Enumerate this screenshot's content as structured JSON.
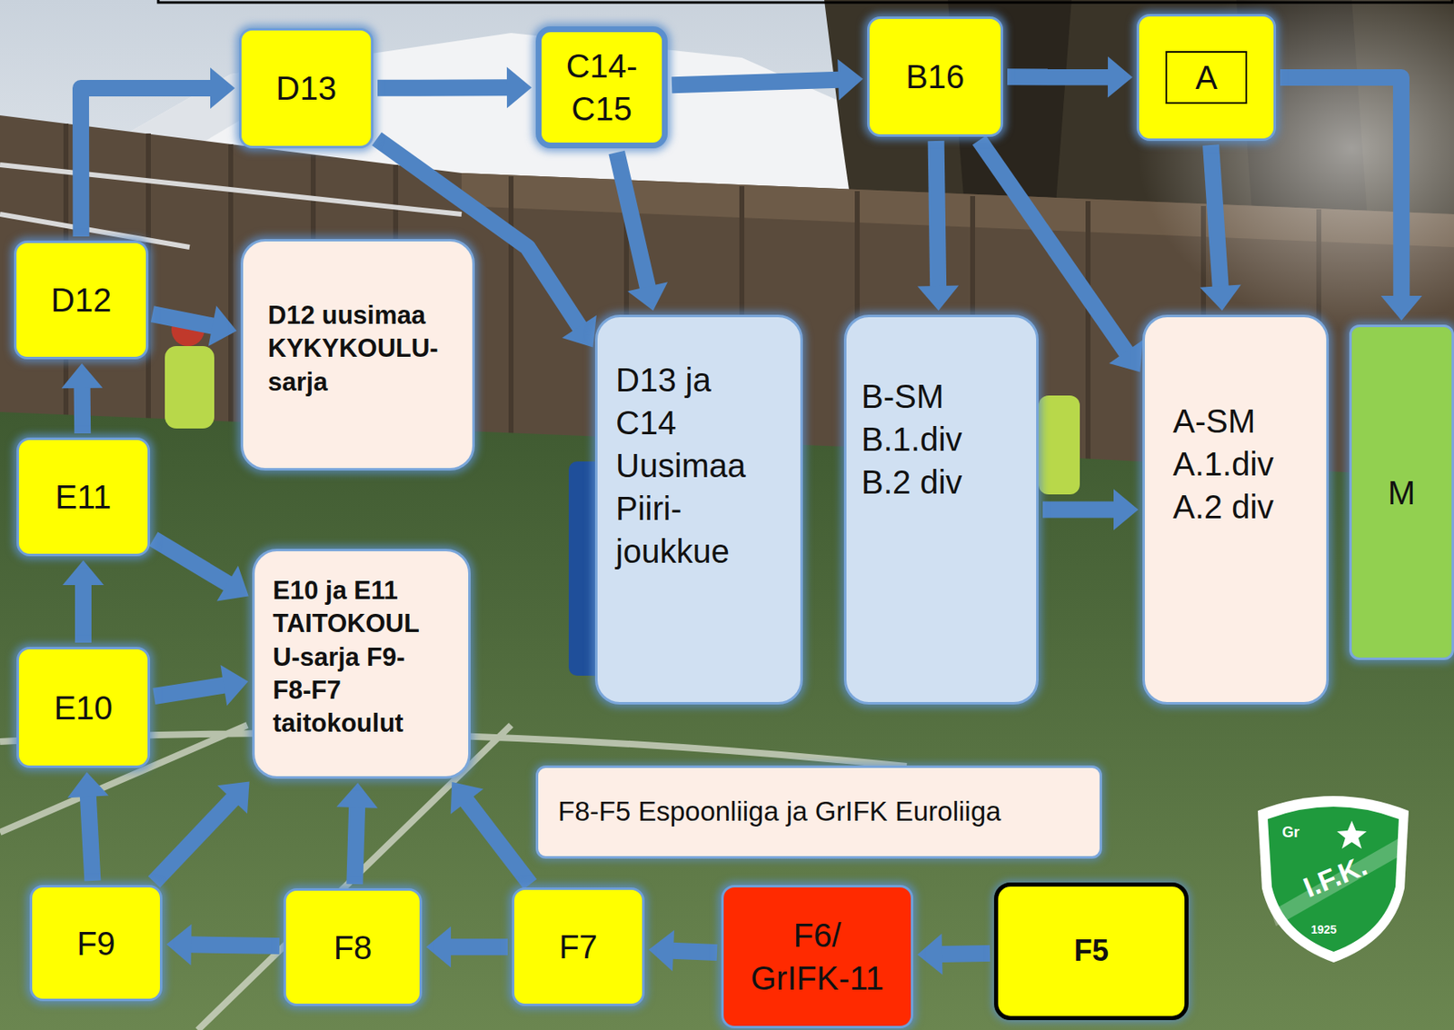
{
  "diagram": {
    "nodes": [
      {
        "text": [
          "D13"
        ]
      },
      {
        "text": [
          "C14- C15"
        ]
      },
      {
        "text": [
          "B16"
        ]
      },
      {
        "text": [
          "A"
        ]
      },
      {
        "text": [
          "D12"
        ]
      },
      {
        "text": [
          "D12 uusimaa KYKYKOULU- sarja"
        ]
      },
      {
        "text": [
          "D13 ja C14 Uusimaa Piiri- joukkue"
        ]
      },
      {
        "text": [
          "B-SM B.1.div B.2 div"
        ]
      },
      {
        "text": [
          "A-SM A.1.div A.2 div"
        ]
      },
      {
        "text": [
          "M"
        ]
      },
      {
        "text": [
          "E11"
        ]
      },
      {
        "text": [
          "E10 ja E11 TAITOKOUL U-sarja F9-F8-F7 taitokoulut"
        ]
      },
      {
        "text": [
          "E10"
        ]
      },
      {
        "text": [
          "F8-F5 Espoonliiga ja GrIFK Euroliiga"
        ]
      },
      {
        "text": [
          "F9"
        ]
      },
      {
        "text": [
          "F8"
        ]
      },
      {
        "text": [
          "F7"
        ]
      },
      {
        "text": [
          "F6/ GrIFK-11"
        ]
      },
      {
        "text": [
          "F5"
        ]
      }
    ],
    "edges": [
      {
        "from": 4,
        "to": 0,
        "arrow": "to"
      },
      {
        "from": 0,
        "to": 1,
        "arrow": "to"
      },
      {
        "from": 1,
        "to": 2,
        "arrow": "to"
      },
      {
        "from": 2,
        "to": 3,
        "arrow": "to"
      },
      {
        "from": 3,
        "to": 9,
        "arrow": "to"
      },
      {
        "from": 4,
        "to": 5,
        "arrow": "to"
      },
      {
        "from": 10,
        "to": 4,
        "arrow": "to"
      },
      {
        "from": 12,
        "to": 10,
        "arrow": "to"
      },
      {
        "from": 14,
        "to": 12,
        "arrow": "to"
      },
      {
        "from": 10,
        "to": 11,
        "arrow": "to"
      },
      {
        "from": 12,
        "to": 11,
        "arrow": "to"
      },
      {
        "from": 14,
        "to": 11,
        "arrow": "to"
      },
      {
        "from": 15,
        "to": 11,
        "arrow": "to"
      },
      {
        "from": 16,
        "to": 11,
        "arrow": "to"
      },
      {
        "from": 15,
        "to": 14,
        "arrow": "to"
      },
      {
        "from": 16,
        "to": 15,
        "arrow": "to"
      },
      {
        "from": 17,
        "to": 16,
        "arrow": "to"
      },
      {
        "from": 18,
        "to": 17,
        "arrow": "to"
      },
      {
        "from": 0,
        "to": 6,
        "arrow": "to"
      },
      {
        "from": 1,
        "to": 6,
        "arrow": "to"
      },
      {
        "from": 2,
        "to": 7,
        "arrow": "to"
      },
      {
        "from": 2,
        "to": 8,
        "arrow": "to"
      },
      {
        "from": 3,
        "to": 8,
        "arrow": "to"
      },
      {
        "from": 7,
        "to": 8,
        "arrow": "to"
      }
    ],
    "labels": [
      "Gr",
      "I.F.K.",
      "1925"
    ]
  }
}
